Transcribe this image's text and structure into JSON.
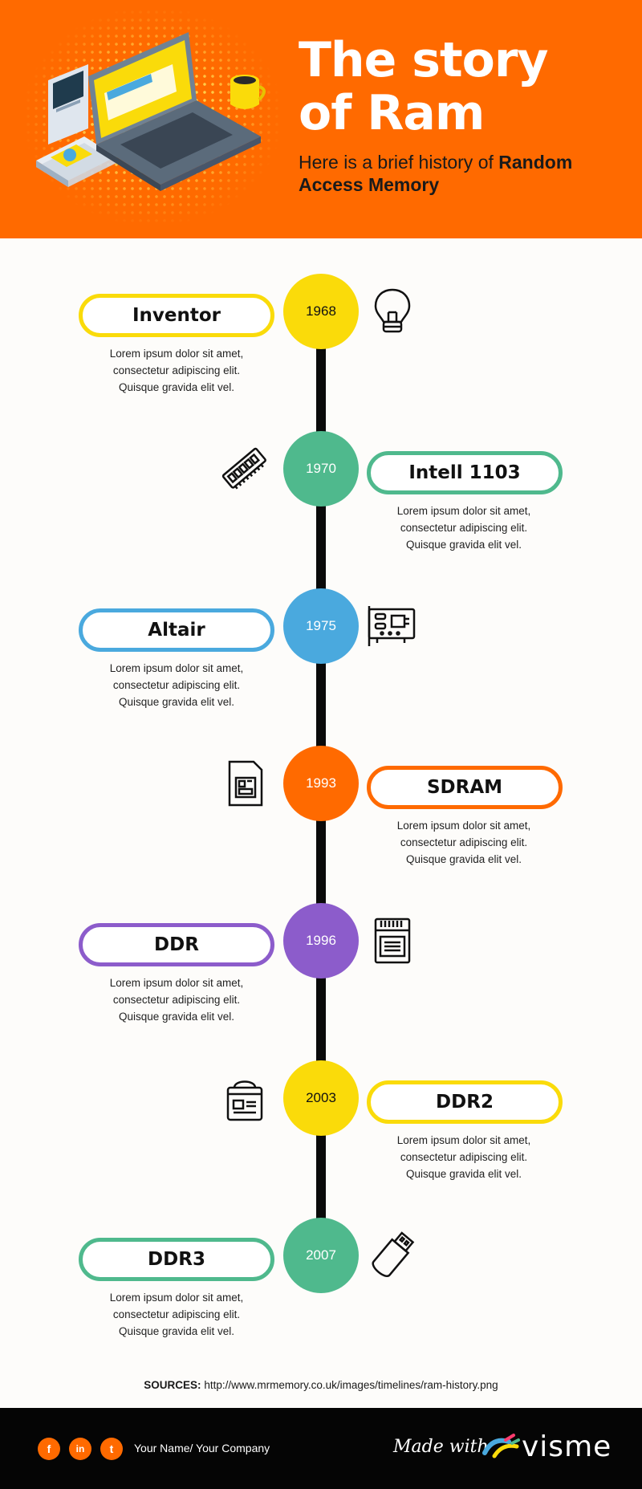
{
  "header": {
    "title_line1": "The story",
    "title_line2": "of Ram",
    "subtitle_plain": "Here is a brief history of ",
    "subtitle_bold": "Random Access Memory"
  },
  "colors": {
    "brand_orange": "#ff6a00",
    "yellow": "#fadb0a",
    "green": "#4fb98d",
    "blue": "#4aa9de",
    "orange": "#ff6a00",
    "purple": "#8c5ccb"
  },
  "events": [
    {
      "year": "1968",
      "title": "Inventor",
      "desc": "Lorem ipsum dolor sit amet, consectetur adipiscing elit. Quisque gravida elit vel.",
      "icon": "lightbulb-icon",
      "color": "#fadb0a"
    },
    {
      "year": "1970",
      "title": "Intell 1103",
      "desc": "Lorem ipsum dolor sit amet, consectetur adipiscing elit. Quisque gravida elit vel.",
      "icon": "ram-stick-icon",
      "color": "#4fb98d"
    },
    {
      "year": "1975",
      "title": "Altair",
      "desc": "Lorem ipsum dolor sit amet, consectetur adipiscing elit. Quisque gravida elit vel.",
      "icon": "circuit-board-icon",
      "color": "#4aa9de"
    },
    {
      "year": "1993",
      "title": "SDRAM",
      "desc": "Lorem ipsum dolor sit amet, consectetur adipiscing elit. Quisque gravida elit vel.",
      "icon": "sd-card-icon",
      "color": "#ff6a00"
    },
    {
      "year": "1996",
      "title": "DDR",
      "desc": "Lorem ipsum dolor sit amet, consectetur adipiscing elit. Quisque gravida elit vel.",
      "icon": "memory-card-icon",
      "color": "#8c5ccb"
    },
    {
      "year": "2003",
      "title": "DDR2",
      "desc": "Lorem ipsum dolor sit amet, consectetur adipiscing elit. Quisque gravida elit vel.",
      "icon": "lock-card-icon",
      "color": "#fadb0a"
    },
    {
      "year": "2007",
      "title": "DDR3",
      "desc": "Lorem ipsum dolor sit amet, consectetur adipiscing elit. Quisque gravida elit vel.",
      "icon": "usb-stick-icon",
      "color": "#4fb98d"
    }
  ],
  "sources": {
    "label": "SOURCES:",
    "url": "http://www.mrmemory.co.uk/images/timelines/ram-history.png"
  },
  "footer": {
    "social": [
      {
        "icon": "facebook-icon",
        "glyph": "f"
      },
      {
        "icon": "linkedin-icon",
        "glyph": "in"
      },
      {
        "icon": "twitter-icon",
        "glyph": "t"
      }
    ],
    "name": "Your Name/ Your Company",
    "made_with": "Made with",
    "brand": "visme"
  }
}
